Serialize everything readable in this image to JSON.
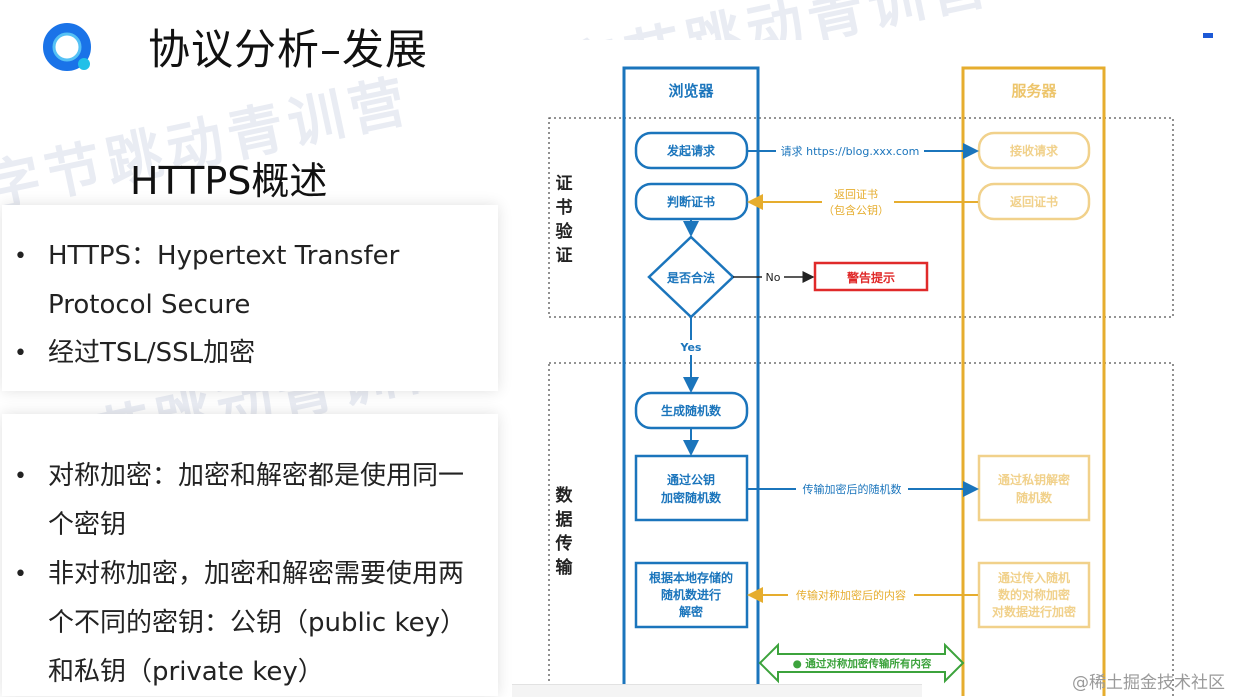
{
  "header": {
    "title": "协议分析–发展"
  },
  "watermark_text": "字节跳动青训营",
  "left": {
    "section_title": "HTTPS概述",
    "card1": [
      "HTTPS：Hypertext Transfer",
      "Protocol Secure",
      "经过TSL/SSL加密"
    ],
    "card2": [
      "对称加密：加密和解密都是使用同一",
      "个密钥",
      "非对称加密，加密和解密需要使用两",
      "个不同的密钥：公钥（public key）",
      "和私钥（private key）"
    ]
  },
  "diagram": {
    "lanes": {
      "browser": "浏览器",
      "server": "服务器"
    },
    "phases": {
      "cert_verify": [
        "证",
        "书",
        "验",
        "证"
      ],
      "data_transfer": [
        "数",
        "据",
        "传",
        "输"
      ]
    },
    "browser_steps": {
      "send_request": "发起请求",
      "check_cert": "判断证书",
      "is_valid": "是否合法",
      "gen_random": "生成随机数",
      "encrypt_random": [
        "通过公钥",
        "加密随机数"
      ],
      "decrypt": [
        "根据本地存储的",
        "随机数进行",
        "解密"
      ]
    },
    "server_steps": {
      "receive_request": "接收请求",
      "return_cert": "返回证书",
      "decrypt_random": [
        "通过私钥解密",
        "随机数"
      ],
      "encrypt_data": [
        "通过传入随机",
        "数的对称加密",
        "对数据进行加密"
      ]
    },
    "warning": "警告提示",
    "labels": {
      "request": "请求 https://blog.xxx.com",
      "return_cert": [
        "返回证书",
        "（包含公钥）"
      ],
      "no": "No",
      "yes": "Yes",
      "send_encrypted_random": "传输加密后的随机数",
      "send_encrypted_content": "传输对称加密后的内容",
      "all_symmetric": "● 通过对称加密传输所有内容"
    },
    "colors": {
      "browser": "#1b75bc",
      "server": "#e6ad2e",
      "warning": "#e02a2a",
      "green": "#3ca33c"
    }
  },
  "footer": {
    "credit": "@稀土掘金技术社区"
  }
}
